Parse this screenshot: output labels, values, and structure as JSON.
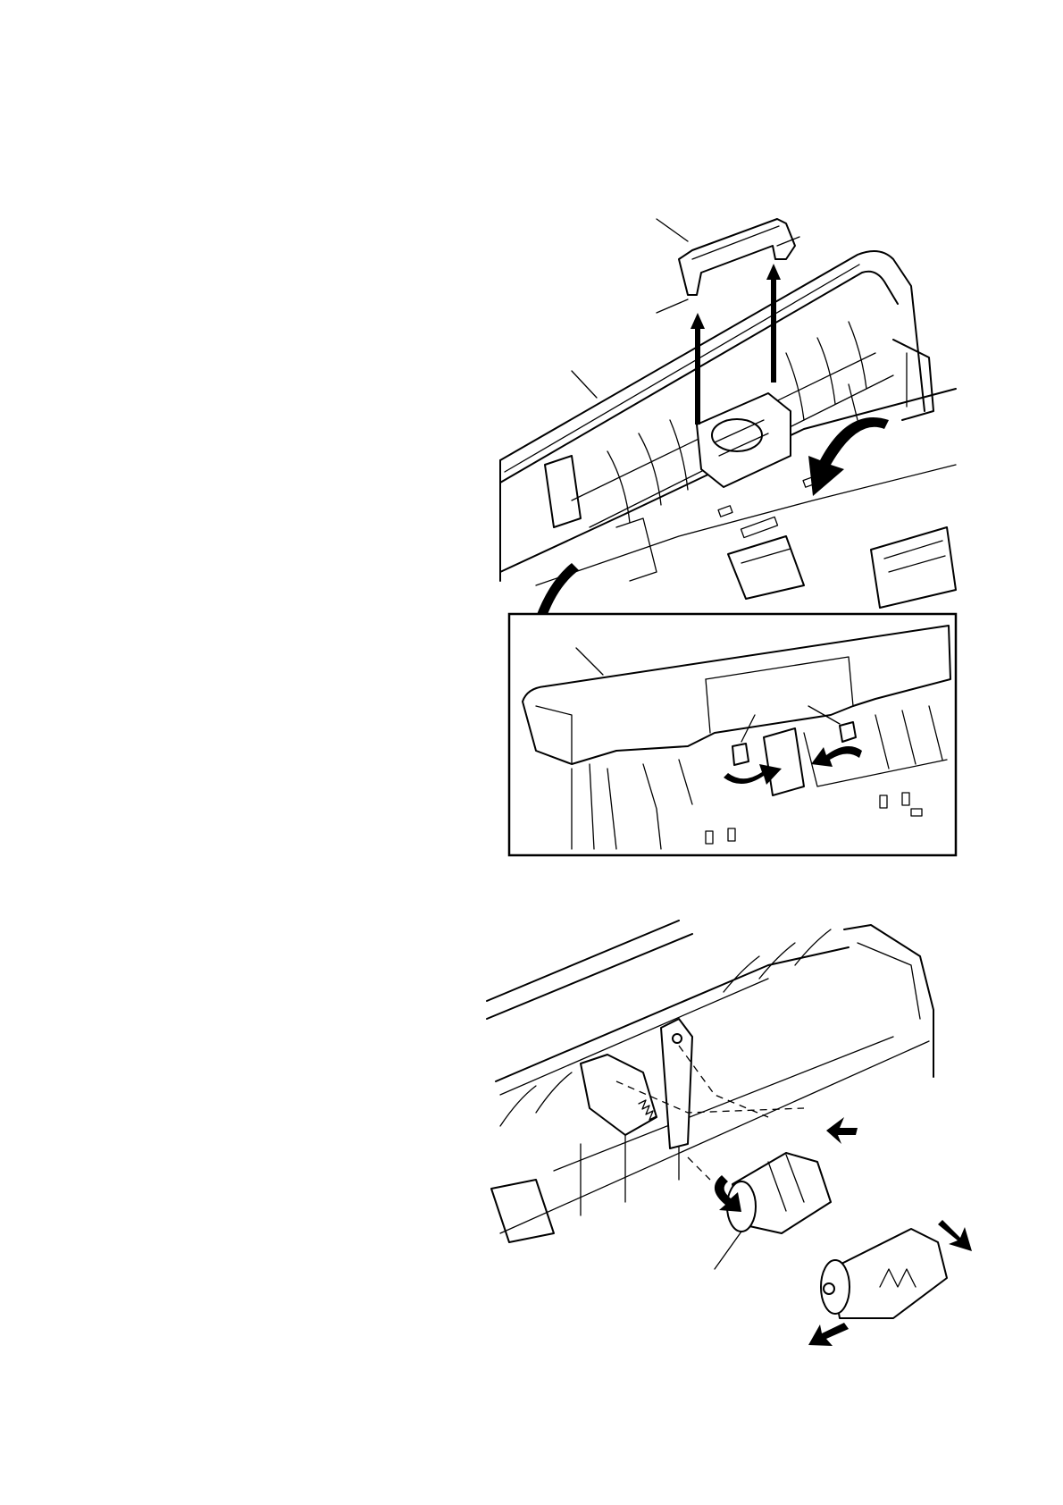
{
  "figures": [
    {
      "name": "figure-top-pickup-cover-removal"
    },
    {
      "name": "figure-detail-inset"
    },
    {
      "name": "figure-bottom-roller-removal"
    }
  ],
  "colors": {
    "line": "#000000",
    "background": "#ffffff"
  }
}
